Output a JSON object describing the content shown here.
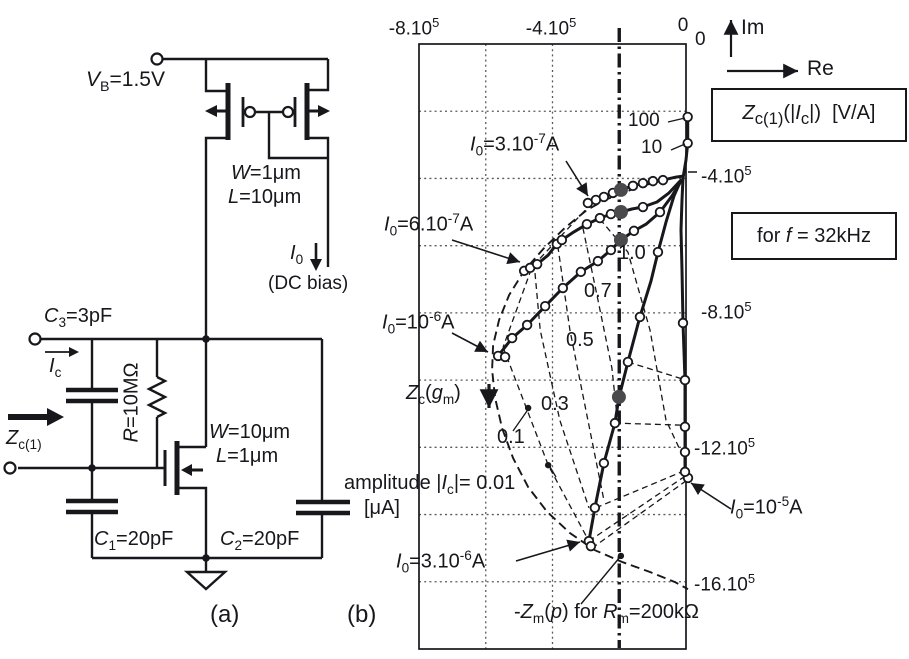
{
  "figure": {
    "panel_a": "(a)",
    "panel_b": "(b)"
  },
  "circuit": {
    "supply_label": "<i>V</i><sub>B</sub>=1.5V",
    "mirror_w": "<i>W</i>=1μm",
    "mirror_l": "<i>L</i>=10μm",
    "bias_current": "<i>I</i><sub>0</sub>",
    "bias_note": "(DC bias)",
    "c3_label": "<i>C</i><sub>3</sub>=3pF",
    "ic_label": "<i>I</i><sub>c</sub>",
    "zc1_label": "<i>Z</i><sub>c(1)</sub>",
    "r_label": "<i>R</i>=10MΩ",
    "nmos_w": "<i>W</i>=10μm",
    "nmos_l": "<i>L</i>=1μm",
    "c1_label": "<i>C</i><sub>1</sub>=20pF",
    "c2_label": "<i>C</i><sub>2</sub>=20pF"
  },
  "plot": {
    "x_ticks": [
      "-8.10<sup>5</sup>",
      "-4.10<sup>5</sup>",
      "0"
    ],
    "im_origin": "0",
    "im_axis": "Im",
    "re_axis": "Re",
    "legend_box": "<i>Z</i><sub>c(1)</sub>(|<i>I</i><sub>c</sub>|)&nbsp; [V/A]",
    "freq_box": "for <i>f</i> = 32kHz",
    "y_ticks": [
      "-4.10<sup>5</sup>",
      "-8.10<sup>5</sup>",
      "-12.10<sup>5</sup>",
      "-16.10<sup>5</sup>"
    ],
    "curve_labels": {
      "i0_3e7": "<i>I</i><sub>0</sub>=3.10<sup>-7</sup>A",
      "i0_6e7": "<i>I</i><sub>0</sub>=6.10<sup>-7</sup>A",
      "i0_1e6": "<i>I</i><sub>0</sub>=10<sup>-6</sup>A",
      "i0_3e6": "<i>I</i><sub>0</sub>=3.10<sup>-6</sup>A",
      "i0_1e5": "<i>I</i><sub>0</sub>=10<sup>-5</sup>A"
    },
    "zcgm_label": "<i>Z</i><sub>c</sub>(<i>g</i><sub>m</sub>)",
    "amplitude": {
      "prefix": "amplitude |<i>I</i><sub>c</sub>|= 0.01",
      "unit": "[μA]",
      "a01": "0.1",
      "a03": "0.3",
      "a05": "0.5",
      "a07": "0.7",
      "a10": "1.0",
      "a10b": "10",
      "a100": "100"
    },
    "zm_label": "-<i>Z</i><sub>m</sub>(<i>p</i>) for <i>R</i><sub>m</sub>=200kΩ"
  },
  "chart_data": {
    "type": "line",
    "title": "Zc(1)(|Ic|) [V/A]",
    "condition": "for f = 32kHz",
    "axes": {
      "re_axis_label": "Re",
      "im_axis_label": "Im",
      "units": "V/A",
      "scale": 100000,
      "re_range_1e5": [
        -8,
        0
      ],
      "im_range_1e5": [
        -18,
        0
      ],
      "grid_step_1e5": 2,
      "x_tick_labels": [
        "-8.10⁵",
        "-4.10⁵",
        "0"
      ],
      "y_tick_labels": [
        "-4.10⁵",
        "-8.10⁵",
        "-12.10⁵",
        "-16.10⁵"
      ],
      "grid": true
    },
    "zm_line": {
      "re_1e5": -2,
      "label": "-Zm(p) for Rm=200kΩ",
      "rm": "200kΩ"
    },
    "amplitude_scale_values_uA": [
      0.01,
      0.1,
      0.3,
      0.5,
      0.7,
      1.0,
      10,
      100
    ],
    "series": [
      {
        "name": "I0=3.10-7A",
        "points": [
          [
            -2.94,
            -4.73
          ],
          [
            -2.7,
            -4.64
          ],
          [
            -2.46,
            -4.55
          ],
          [
            -2.19,
            -4.43
          ],
          [
            -1.95,
            -4.34
          ],
          [
            -1.59,
            -4.22
          ],
          [
            -1.29,
            -4.14
          ],
          [
            -0.99,
            -4.08
          ],
          [
            -0.69,
            -4.05
          ],
          [
            -0.3,
            -3.96
          ],
          [
            -0.09,
            -3.93
          ]
        ],
        "markers": [
          0,
          1,
          2,
          3,
          5,
          6,
          7,
          8
        ]
      },
      {
        "name": "I0=6.10-7A",
        "points": [
          [
            -4.85,
            -6.75
          ],
          [
            -4.67,
            -6.66
          ],
          [
            -4.46,
            -6.55
          ],
          [
            -4.13,
            -6.28
          ],
          [
            -3.87,
            -5.95
          ],
          [
            -3.72,
            -5.83
          ],
          [
            -3.36,
            -5.59
          ],
          [
            -2.97,
            -5.36
          ],
          [
            -2.58,
            -5.18
          ],
          [
            -2.25,
            -5.06
          ],
          [
            -1.95,
            -5.0
          ],
          [
            -1.62,
            -4.91
          ],
          [
            -1.29,
            -4.85
          ],
          [
            -0.87,
            -4.7
          ],
          [
            -0.51,
            -4.43
          ],
          [
            -0.18,
            -4.08
          ]
        ],
        "markers": [
          0,
          1,
          2,
          4,
          5,
          7,
          8,
          9,
          12
        ]
      },
      {
        "name": "I0=10-6A",
        "points": [
          [
            -5.63,
            -9.28
          ],
          [
            -5.21,
            -8.75
          ],
          [
            -4.76,
            -8.36
          ],
          [
            -4.22,
            -7.8
          ],
          [
            -3.69,
            -7.26
          ],
          [
            -3.15,
            -6.78
          ],
          [
            -2.64,
            -6.46
          ],
          [
            -2.25,
            -6.13
          ],
          [
            -1.95,
            -5.83
          ],
          [
            -1.56,
            -5.56
          ],
          [
            -1.2,
            -5.36
          ],
          [
            -0.78,
            -5.0
          ],
          [
            -0.42,
            -4.52
          ],
          [
            -0.15,
            -4.08
          ]
        ],
        "markers": [
          0,
          1,
          2,
          3,
          4,
          5,
          6,
          7,
          9,
          11
        ]
      },
      {
        "name": "I0=3.10-6A",
        "points": [
          [
            -2.91,
            -14.79
          ],
          [
            -2.73,
            -13.8
          ],
          [
            -2.46,
            -12.47
          ],
          [
            -2.13,
            -11.28
          ],
          [
            -2.01,
            -10.53
          ],
          [
            -1.74,
            -9.46
          ],
          [
            -1.38,
            -8.12
          ],
          [
            -1.05,
            -7.05
          ],
          [
            -0.84,
            -6.19
          ],
          [
            -0.6,
            -5.3
          ],
          [
            -0.36,
            -4.52
          ],
          [
            -0.15,
            -4.05
          ]
        ],
        "markers": [
          0,
          1,
          2,
          3,
          5,
          6,
          8
        ]
      },
      {
        "name": "I0=10-5A",
        "points": [
          [
            0.06,
            -12.91
          ],
          [
            -0.03,
            -12.73
          ],
          [
            -0.03,
            -12.14
          ],
          [
            -0.03,
            -11.39
          ],
          [
            -0.03,
            -10.0
          ],
          [
            -0.09,
            -8.3
          ],
          [
            -0.12,
            -6.72
          ],
          [
            -0.15,
            -5.53
          ],
          [
            -0.12,
            -4.64
          ],
          [
            -0.09,
            -3.99
          ]
        ],
        "markers": [
          0,
          1,
          2,
          3,
          4,
          5
        ]
      },
      {
        "name": "high-amplitude-stem",
        "points": [
          [
            -0.09,
            -3.99
          ],
          [
            0.0,
            -3.45
          ],
          [
            0.05,
            -2.95
          ],
          [
            0.05,
            -2.17
          ]
        ],
        "markers": [
          2,
          3
        ]
      }
    ],
    "extra_markers": [
      [
        -2.85,
        -14.94
      ],
      [
        -5.42,
        -9.31
      ]
    ],
    "zc_gm_locus": [
      [
        -0.66,
        -4.05
      ],
      [
        -1.23,
        -4.2
      ],
      [
        -1.83,
        -4.4
      ],
      [
        -2.43,
        -4.64
      ],
      [
        -2.97,
        -4.94
      ],
      [
        -3.63,
        -5.47
      ],
      [
        -4.28,
        -6.1
      ],
      [
        -4.85,
        -6.75
      ],
      [
        -5.3,
        -7.47
      ],
      [
        -5.6,
        -8.21
      ],
      [
        -5.78,
        -8.96
      ],
      [
        -5.81,
        -9.7
      ],
      [
        -5.72,
        -10.53
      ],
      [
        -5.51,
        -11.43
      ],
      [
        -5.18,
        -12.32
      ],
      [
        -4.73,
        -13.18
      ],
      [
        -4.16,
        -13.92
      ],
      [
        -3.48,
        -14.55
      ],
      [
        -2.73,
        -15.06
      ],
      [
        -1.92,
        -15.41
      ],
      [
        -1.08,
        -15.71
      ],
      [
        -0.33,
        -16.01
      ],
      [
        0.06,
        -16.22
      ]
    ],
    "iso_amplitude_web": [
      [
        [
          -2.82,
          -4.73
        ],
        [
          -4.61,
          -6.63
        ],
        [
          -5.48,
          -9.02
        ]
      ],
      [
        [
          -5.48,
          -9.02
        ],
        [
          -4.13,
          -12.53
        ],
        [
          -2.91,
          -14.79
        ]
      ],
      [
        [
          -2.91,
          -14.79
        ],
        [
          -0.06,
          -12.88
        ]
      ],
      [
        [
          -2.82,
          -15.0
        ],
        [
          0.0,
          -13.0
        ]
      ],
      [
        [
          -2.7,
          -13.8
        ],
        [
          -0.06,
          -12.7
        ]
      ],
      [
        [
          -2.13,
          -11.28
        ],
        [
          -0.09,
          -11.34
        ]
      ],
      [
        [
          -1.74,
          -9.46
        ],
        [
          -0.09,
          -9.97
        ]
      ],
      [
        [
          -4.55,
          -6.52
        ],
        [
          -4.37,
          -8.51
        ],
        [
          -3.78,
          -11.19
        ],
        [
          -2.91,
          -13.8
        ]
      ],
      [
        [
          -3.84,
          -6.01
        ],
        [
          -3.48,
          -8.51
        ],
        [
          -2.88,
          -11.49
        ],
        [
          -2.46,
          -13.57
        ]
      ],
      [
        [
          -3.09,
          -5.47
        ],
        [
          -2.7,
          -7.32
        ],
        [
          -2.22,
          -9.64
        ],
        [
          -2.07,
          -11.04
        ]
      ],
      [
        [
          -2.58,
          -5.21
        ],
        [
          -1.74,
          -6.19
        ],
        [
          -1.08,
          -8.51
        ],
        [
          -0.6,
          -11.19
        ],
        [
          -0.15,
          -12.14
        ]
      ]
    ],
    "oscillation_points": [
      [
        -1.95,
        -4.34
      ],
      [
        -1.95,
        -5.0
      ],
      [
        -1.95,
        -5.83
      ],
      [
        -2.01,
        -10.5
      ]
    ],
    "reference_dots": [
      [
        -4.73,
        -10.83
      ],
      [
        -4.13,
        -12.53
      ],
      [
        -1.95,
        -15.23
      ]
    ]
  },
  "colors": {
    "ink": "#17171c",
    "grid": "#5a5a5a",
    "filled_dot": "#4a4a4c",
    "background": "#ffffff"
  }
}
